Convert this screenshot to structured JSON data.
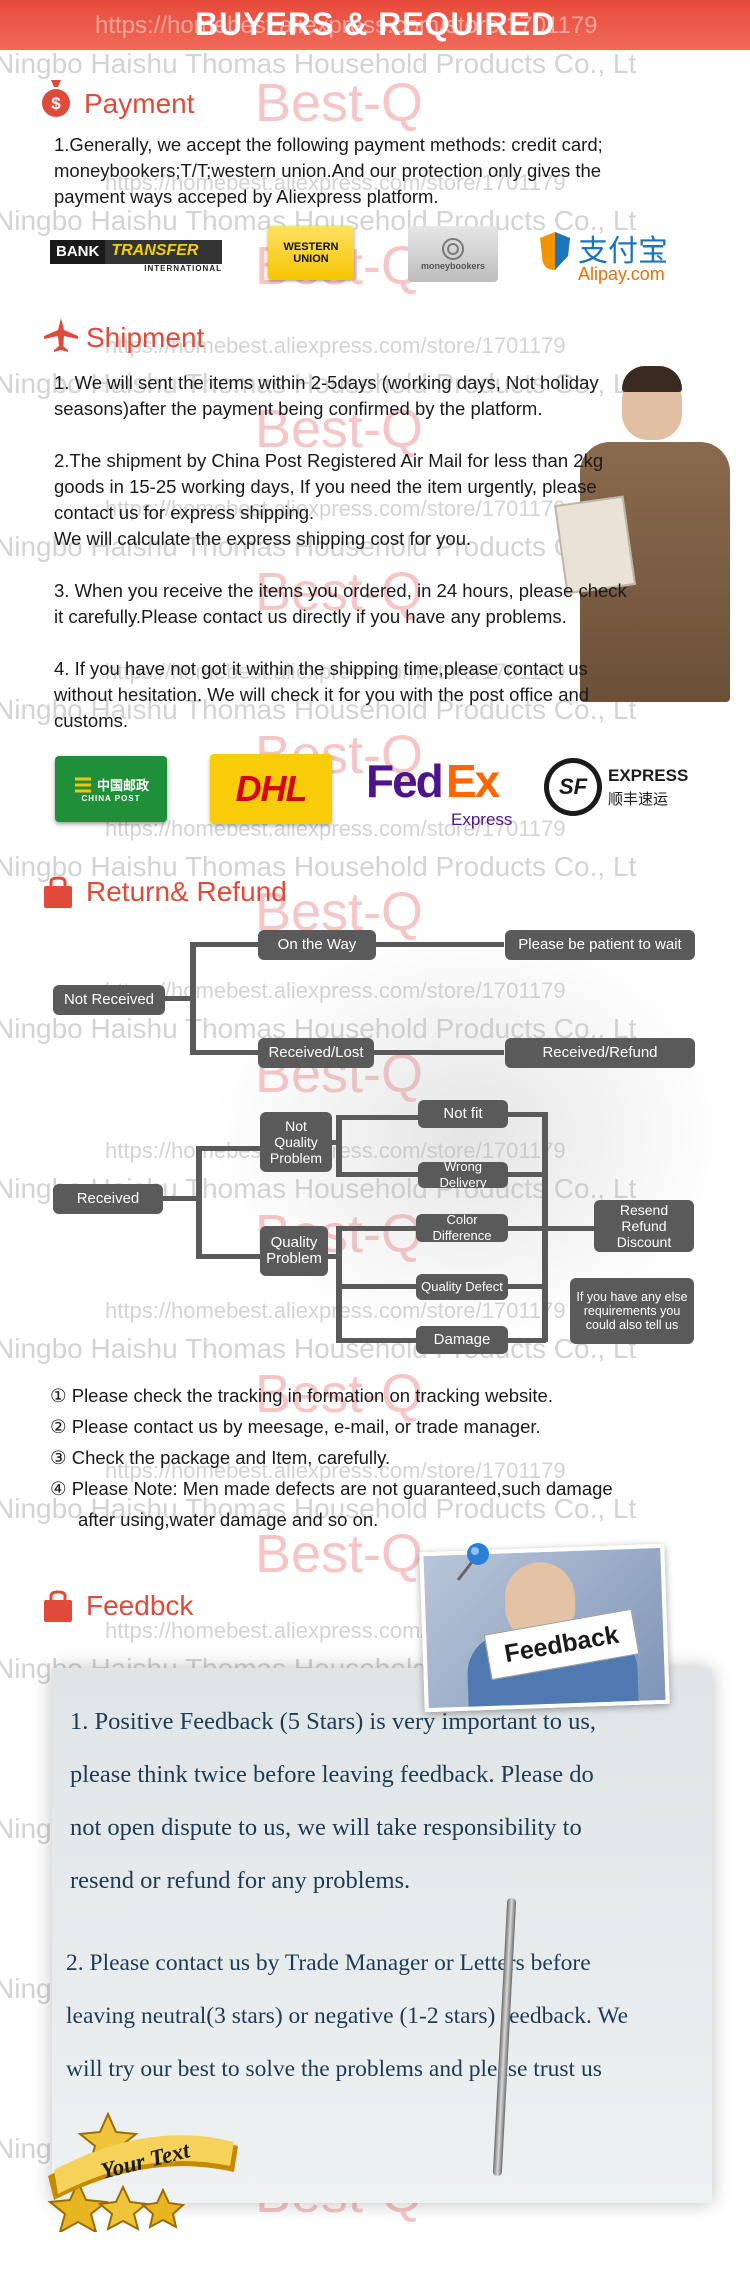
{
  "banner": {
    "title": "BUYERS & REQUIRED",
    "url_watermark": "https://homebest.aliexpress.com/store/1701179"
  },
  "watermarks": {
    "company": "Ningbo Haishu Thomas Household Products Co., Lt",
    "url": "https://homebest.aliexpress.com/store/1701179",
    "brand": "Best-Q"
  },
  "payment": {
    "title": "Payment",
    "text": [
      "1.Generally, we accept the following payment methods: credit card;",
      "moneybookers;T/T;western union.And our protection only gives the",
      "payment ways acceped by Aliexpress platform."
    ],
    "logos": {
      "bank_1": "BANK",
      "bank_2": "TRANSFER",
      "bank_3": "INTERNATIONAL",
      "wu_1": "WESTERN",
      "wu_2": "UNION",
      "mb": "moneybookers",
      "ali_cn": "支付宝",
      "ali_en": "Alipay.com"
    }
  },
  "shipment": {
    "title": "Shipment",
    "paragraphs": [
      [
        "1. We will sent the items within 2-5days (working days, Not holiday",
        "seasons)after the payment being confirmed by the platform."
      ],
      [
        "2.The shipment by China Post Registered Air Mail for less than  2kg",
        "goods in 15-25 working days, If  you need the item urgently, please",
        "contact us for express shipping.",
        "We will calculate the express shipping cost for you."
      ],
      [
        "3. When you receive the items you ordered, in 24 hours, please check",
        " it carefully.Please contact us directly if you have any problems."
      ],
      [
        "4. If you have not got it within the shipping time,please contact us",
        "without hesitation. We will check it for you with the post office and",
        "customs."
      ]
    ],
    "logos": {
      "cp_cn": "中国邮政",
      "cp_en": "CHINA POST",
      "dhl": "DHL",
      "fedex_1": "Fed",
      "fedex_2": "Ex",
      "fedex_3": "Express",
      "sf_mark": "SF",
      "sf_en": "EXPRESS",
      "sf_cn": "顺丰速运"
    }
  },
  "refund": {
    "title": "Return& Refund",
    "flow": {
      "not_received": "Not Received",
      "on_the_way": "On the Way",
      "be_patient": "Please be patient to wait",
      "received_lost": "Received/Lost",
      "received_refund": "Received/Refund",
      "received": "Received",
      "not_quality": "Not\nQuality\nProblem",
      "quality": "Quality\nProblem",
      "not_fit": "Not fit",
      "wrong_delivery": "Wrong Delivery",
      "color_difference": "Color Difference",
      "quality_defect": "Quality Defect",
      "damage": "Damage",
      "resend": "Resend\nRefund\nDiscount",
      "else": "If you have any else\nrequirements you\ncould also tell us"
    },
    "notes": [
      {
        "num": "①",
        "text": "Please check the tracking in formation on tracking website."
      },
      {
        "num": "②",
        "text": "Please contact us by meesage, e-mail, or trade manager."
      },
      {
        "num": "③",
        "text": "Check the package and Item, carefully."
      },
      {
        "num": "④",
        "text": "Please Note: Men made defects  are not guaranteed,such damage"
      },
      {
        "num": "",
        "text": "after using,water damage and so on."
      }
    ]
  },
  "feedback": {
    "title": "Feedbck",
    "sign": "Feedback",
    "p1": [
      "1. Positive Feedback (5 Stars) is very important to us,",
      "please think twice before leaving feedback. Please do",
      "not open dispute to us,   we will take responsibility to",
      "resend or refund for any problems."
    ],
    "p2": [
      "2. Please contact us by Trade Manager or Letters before",
      "leaving neutral(3 stars) or negative (1-2 stars) feedback. We",
      "will try our best to solve the problems and please trust us"
    ],
    "badge": "Your Text"
  },
  "colors": {
    "accent": "#e04a3a",
    "flow": "#5a5a5a",
    "feedback_text": "#1d3b52"
  }
}
